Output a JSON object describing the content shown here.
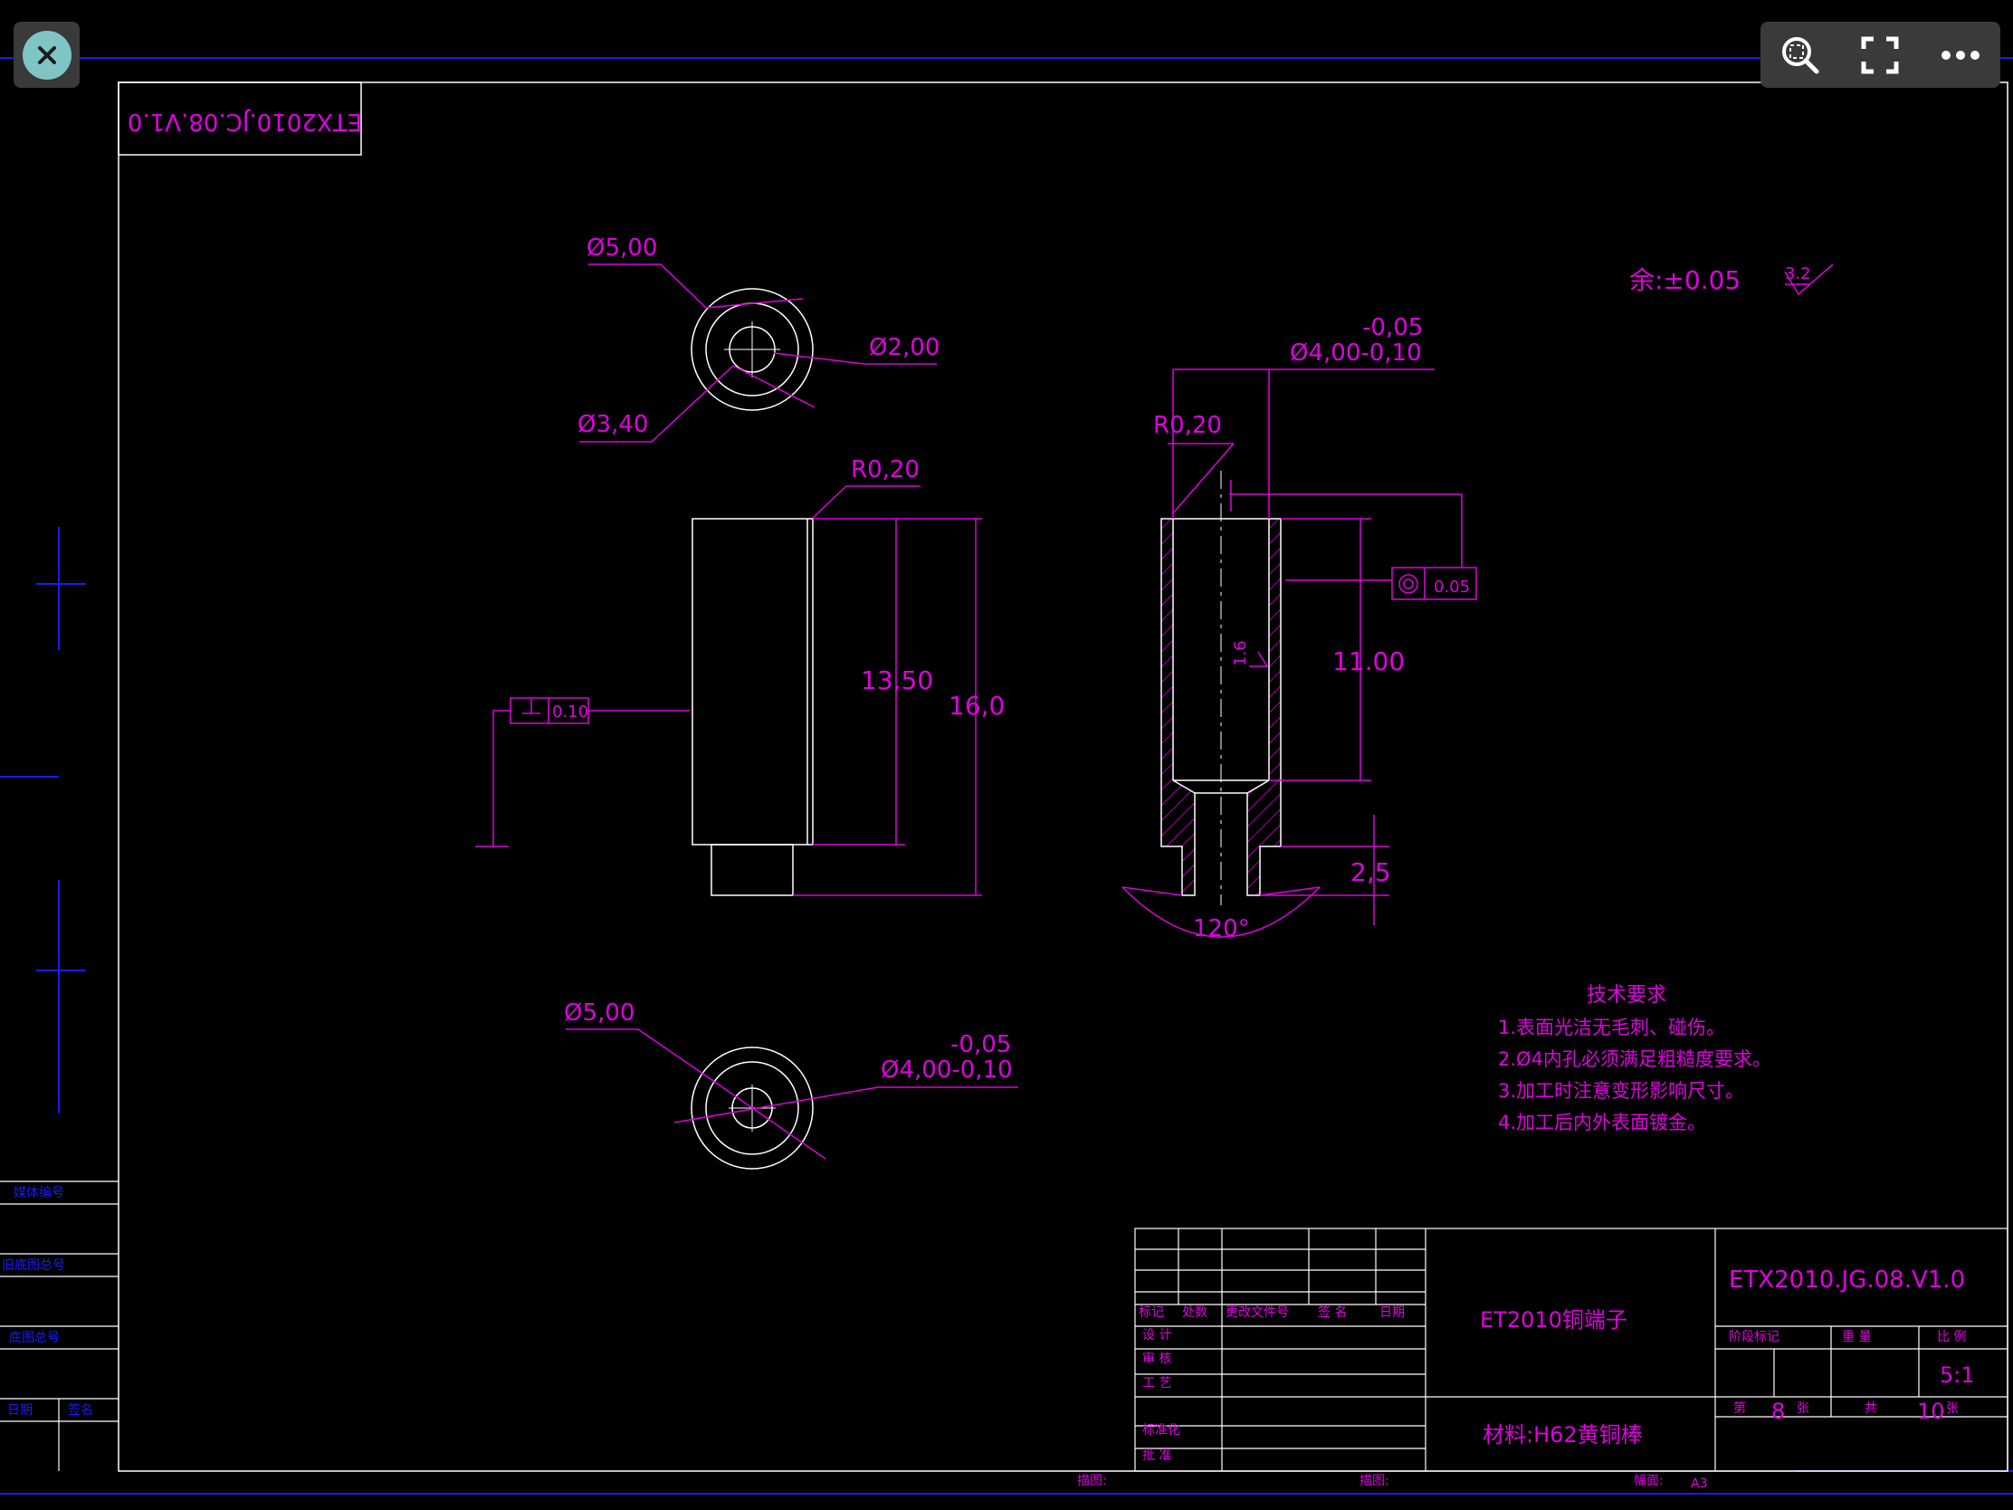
{
  "viewer": {
    "toolbar_icons": [
      "zoom-icon",
      "fullscreen-icon",
      "more-icon"
    ],
    "close_icon": "close-icon"
  },
  "colors": {
    "line": "#ffffff",
    "dim": "#e000e0",
    "frame": "#1a1aff",
    "panel": "#3a3a3a",
    "accent": "#7fc5c6"
  },
  "drawing": {
    "top_code_mirrored": "ETX2010.JC.08.V1.0",
    "tolerance_note": "余:±0.05",
    "roughness_top": "3.2",
    "top_view": {
      "outer": "Ø5,00",
      "inner": "Ø2,00",
      "middle": "Ø3,40"
    },
    "front_view": {
      "radius": "R0,20",
      "h1": "13,50",
      "h2": "16,0",
      "perp_value": "0.10"
    },
    "section_view": {
      "tol_upper": "-0,05",
      "diameter": "Ø4,00-0,10",
      "radius": "R0,20",
      "coax_value": "0.05",
      "depth": "11.00",
      "step": "2,5",
      "angle": "120°",
      "rough": "1.6"
    },
    "bottom_view": {
      "outer": "Ø5,00",
      "tol_upper": "-0,05",
      "diameter": "Ø4,00-0,10"
    },
    "tech_requirements": {
      "title": "技术要求",
      "items": [
        "1.表面光洁无毛刺、碰伤。",
        "2.Ø4内孔必须满足粗糙度要求。",
        "3.加工时注意变形影响尺寸。",
        "4.加工后内外表面镀金。"
      ]
    },
    "title_block": {
      "code": "ETX2010.JG.08.V1.0",
      "part_name": "ET2010铜端子",
      "material": "材料:H62黄铜棒",
      "scale": "5:1",
      "sheet_no": "8",
      "sheet_total": "10",
      "stage_label": "阶段标记",
      "weight_label": "重 量",
      "scale_label": "比 例",
      "sheet_label": "第",
      "sheet_label2": "张",
      "total_label": "共",
      "total_label2": "张",
      "mark_label": "标记",
      "count_label": "处数",
      "change_label": "更改文件号",
      "sign_label": "签 名",
      "date_label": "日期",
      "design_label": "设 计",
      "check_label": "审 核",
      "process_label": "工 艺",
      "standard_label": "标准化",
      "approve_label": "批 准",
      "bottom1": "描图:",
      "bottom2": "描图:",
      "bottom3": "幅面:",
      "bottom3_val": "A3"
    },
    "left_strip": {
      "l1": "媒体编号",
      "l2": "旧底图总号",
      "l3": "底图总号",
      "l4": "日期",
      "l5": "签名"
    }
  }
}
